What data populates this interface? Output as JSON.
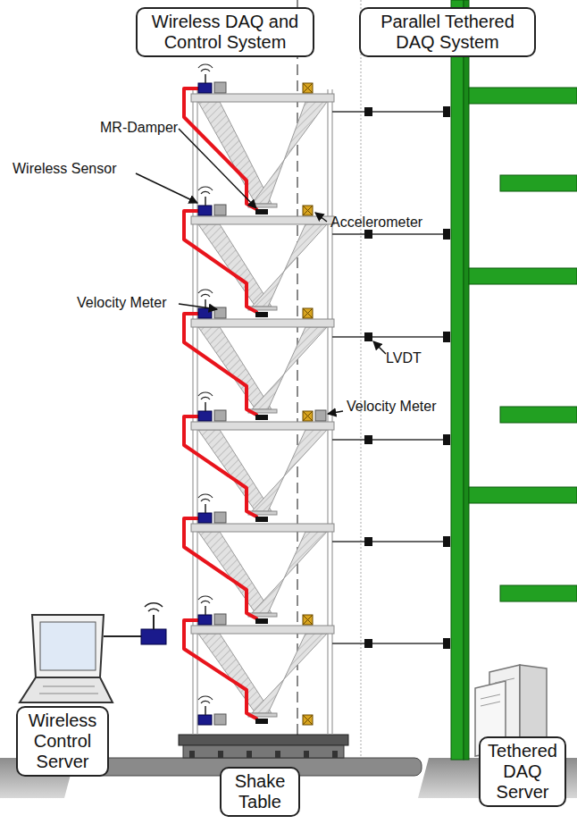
{
  "diagram": {
    "nodes": [
      {
        "text": [
          "Wireless DAQ and Control System"
        ]
      },
      {
        "text": [
          "Parallel Tethered DAQ System"
        ]
      },
      {
        "text": [
          "Wireless Control Server"
        ]
      },
      {
        "text": [
          "Tethered DAQ Server"
        ]
      },
      {
        "text": [
          "Shake Table"
        ]
      }
    ],
    "labels": [
      "MR-Damper",
      "Wireless Sensor",
      "Accelerometer",
      "Velocity Meter",
      "LVDT",
      "Velocity Meter"
    ]
  }
}
